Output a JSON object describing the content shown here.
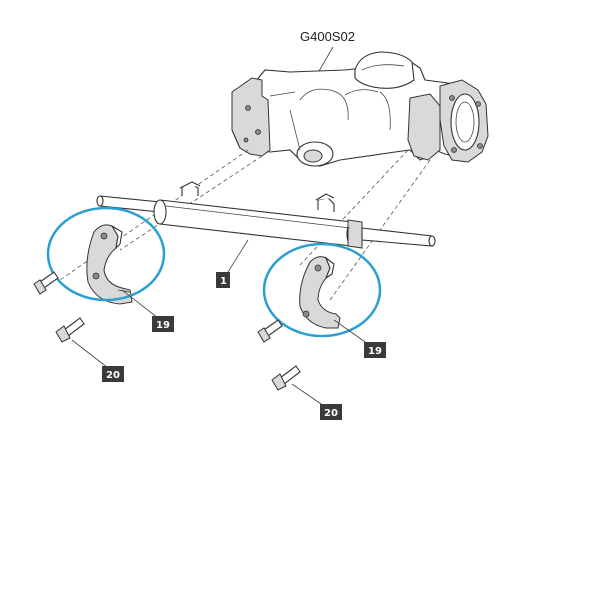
{
  "figure_code": "G400S02",
  "callouts": {
    "cylinder": "1",
    "clamp_left": "19",
    "clamp_right": "19",
    "bolt_left": "20",
    "bolt_right": "20"
  },
  "colors": {
    "highlight_circle": "#2a9fd0",
    "badge_fill": "#3a3a3a",
    "badge_text": "#ffffff",
    "line_art": "#333333"
  }
}
